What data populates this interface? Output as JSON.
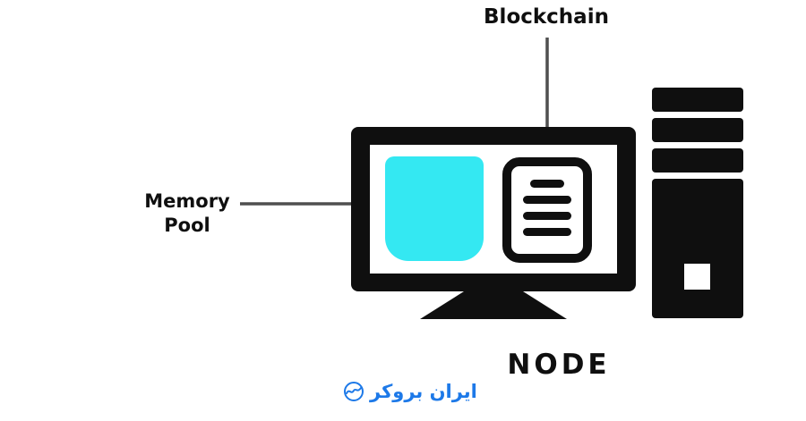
{
  "diagram": {
    "labels": {
      "blockchain": "Blockchain",
      "memory_pool": [
        "Memory",
        "Pool"
      ],
      "node": "NODE"
    },
    "icons": {
      "monitor": "monitor-icon",
      "tower": "tower-pc-icon",
      "memory_pool_shape": "memory-pool-shape",
      "blockchain_document": "blockchain-document-icon",
      "watermark_logo": "watermark-logo-icon"
    },
    "watermark": {
      "text": "ایران بروکر"
    }
  },
  "colors": {
    "ink": "#0f0f0f",
    "pool": "#34e8f2",
    "arrow": "#4f4f4f",
    "brand-blue": "#1d79e8"
  }
}
